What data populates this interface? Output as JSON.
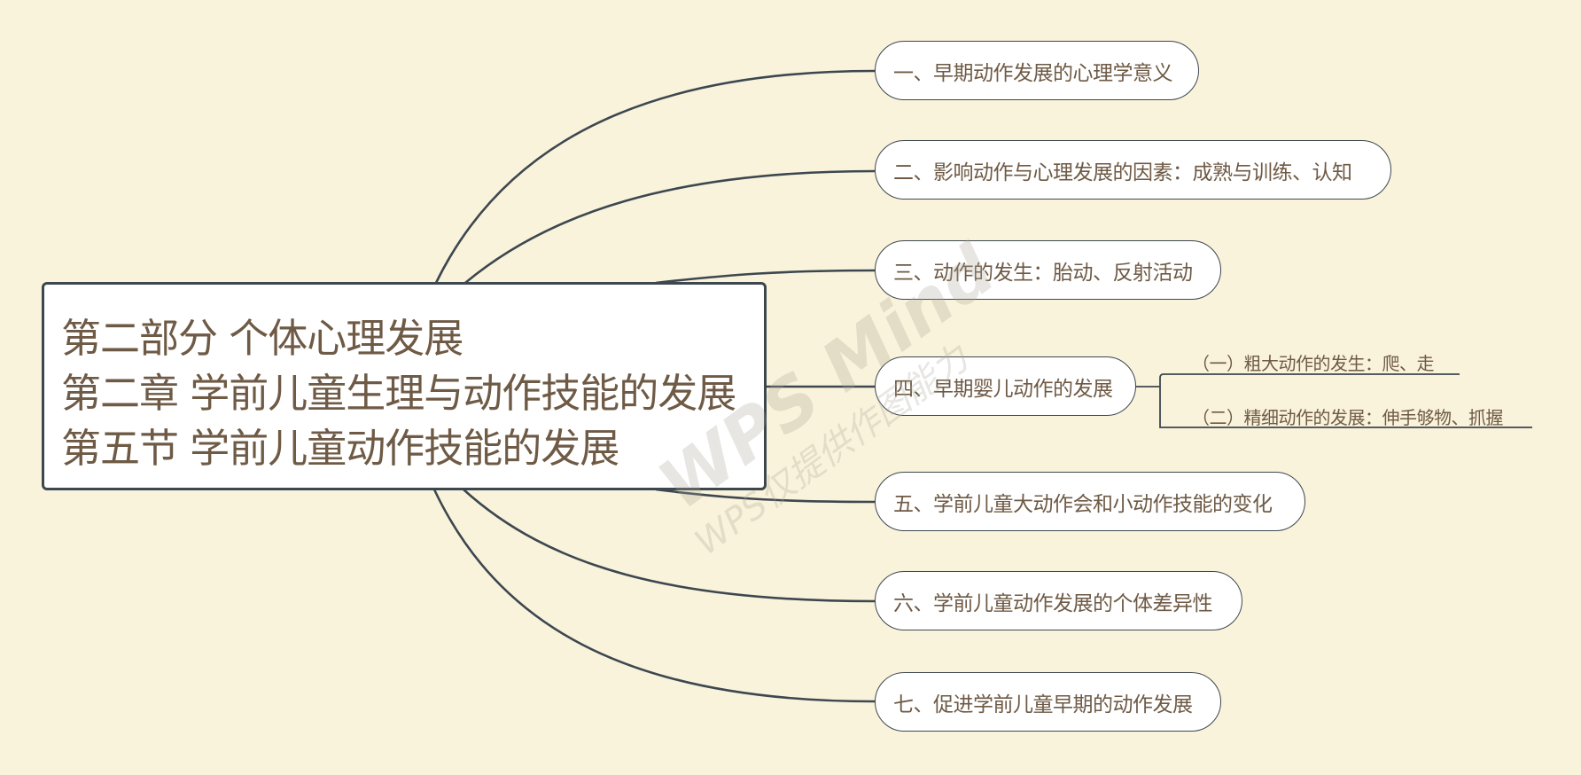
{
  "mindmap": {
    "background_color": "#faf3dc",
    "line_color": "#3c474f",
    "text_color": "#6e5a45",
    "central_topic": {
      "lines": [
        "第二部分 个体心理发展",
        "第二章 学前儿童生理与动作技能的发展",
        "第五节 学前儿童动作技能的发展"
      ]
    },
    "branches": [
      {
        "label": "一、早期动作发展的心理学意义"
      },
      {
        "label": "二、影响动作与心理发展的因素：成熟与训练、认知"
      },
      {
        "label": "三、动作的发生：胎动、反射活动"
      },
      {
        "label": "四、早期婴儿动作的发展",
        "children": [
          {
            "label": "（一）粗大动作的发生：爬、走"
          },
          {
            "label": "（二）精细动作的发展：伸手够物、抓握"
          }
        ]
      },
      {
        "label": "五、学前儿童大动作会和小动作技能的变化"
      },
      {
        "label": "六、学前儿童动作发展的个体差异性"
      },
      {
        "label": "七、促进学前儿童早期的动作发展"
      }
    ],
    "watermark": {
      "main": "WPS Mind",
      "sub": "WPS仅提供作图能力"
    }
  }
}
